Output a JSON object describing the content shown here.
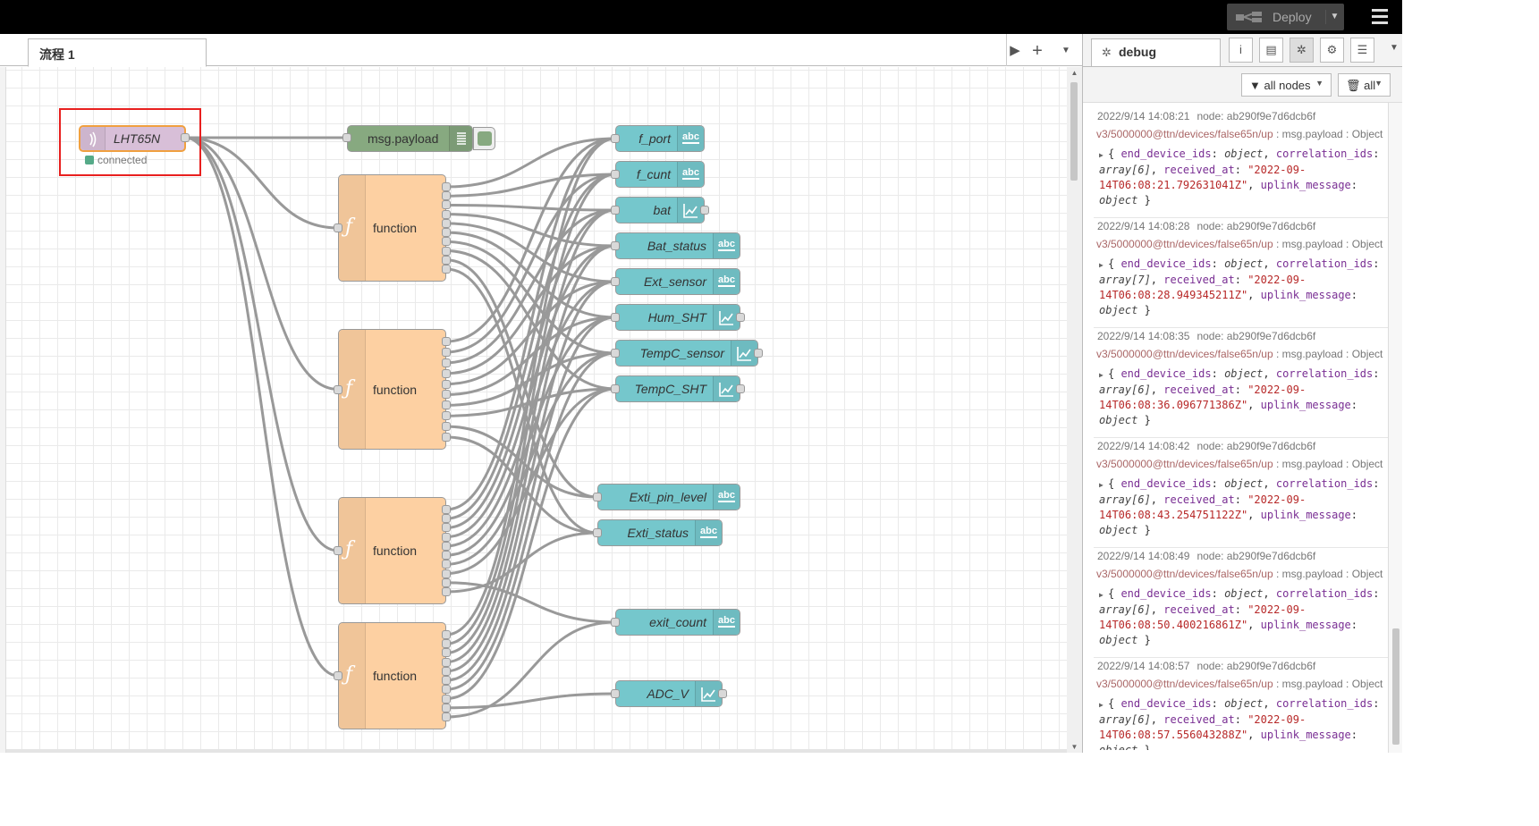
{
  "header": {
    "deploy_label": "Deploy"
  },
  "workspace": {
    "tab_label": "流程 1"
  },
  "nodes": {
    "mqtt": {
      "label": "LHT65N",
      "status": "connected",
      "status_color": "#5a8"
    },
    "debug": {
      "label": "msg.payload"
    },
    "functions": [
      {
        "label": "function"
      },
      {
        "label": "function"
      },
      {
        "label": "function"
      },
      {
        "label": "function"
      }
    ],
    "ui": [
      {
        "label": "f_port",
        "icon": "abc"
      },
      {
        "label": "f_cunt",
        "icon": "abc"
      },
      {
        "label": "bat",
        "icon": "chart"
      },
      {
        "label": "Bat_status",
        "icon": "abc"
      },
      {
        "label": "Ext_sensor",
        "icon": "abc"
      },
      {
        "label": "Hum_SHT",
        "icon": "chart"
      },
      {
        "label": "TempC_sensor",
        "icon": "chart"
      },
      {
        "label": "TempC_SHT",
        "icon": "chart"
      },
      {
        "label": "Exti_pin_level",
        "icon": "abc"
      },
      {
        "label": "Exti_status",
        "icon": "abc"
      },
      {
        "label": "exit_count",
        "icon": "abc"
      },
      {
        "label": "ADC_V",
        "icon": "chart"
      }
    ]
  },
  "sidebar": {
    "tab_label": "debug",
    "filter_nodes": "all nodes",
    "filter_clear": "all",
    "messages": [
      {
        "time": "2022/9/14 14:08:21",
        "node": "node: ab290f9e7d6dcb6f",
        "topic": "v3/5000000@ttn/devices/false65n/up",
        "type": ": msg.payload : Object",
        "array": "array[6]",
        "received": "\"2022-09-14T06:08:21.792631041Z\""
      },
      {
        "time": "2022/9/14 14:08:28",
        "node": "node: ab290f9e7d6dcb6f",
        "topic": "v3/5000000@ttn/devices/false65n/up",
        "type": ": msg.payload : Object",
        "array": "array[7]",
        "received": "\"2022-09-14T06:08:28.949345211Z\""
      },
      {
        "time": "2022/9/14 14:08:35",
        "node": "node: ab290f9e7d6dcb6f",
        "topic": "v3/5000000@ttn/devices/false65n/up",
        "type": ": msg.payload : Object",
        "array": "array[6]",
        "received": "\"2022-09-14T06:08:36.096771386Z\""
      },
      {
        "time": "2022/9/14 14:08:42",
        "node": "node: ab290f9e7d6dcb6f",
        "topic": "v3/5000000@ttn/devices/false65n/up",
        "type": ": msg.payload : Object",
        "array": "array[6]",
        "received": "\"2022-09-14T06:08:43.254751122Z\""
      },
      {
        "time": "2022/9/14 14:08:49",
        "node": "node: ab290f9e7d6dcb6f",
        "topic": "v3/5000000@ttn/devices/false65n/up",
        "type": ": msg.payload : Object",
        "array": "array[6]",
        "received": "\"2022-09-14T06:08:50.400216861Z\""
      },
      {
        "time": "2022/9/14 14:08:57",
        "node": "node: ab290f9e7d6dcb6f",
        "topic": "v3/5000000@ttn/devices/false65n/up",
        "type": ": msg.payload : Object",
        "array": "array[6]",
        "received": "\"2022-09-14T06:08:57.556043288Z\""
      }
    ],
    "obj_keys": {
      "k1": "end_device_ids",
      "v1": "object",
      "k2": "correlation_ids",
      "k3": "received_at",
      "k4": "uplink_message",
      "v4": "object"
    }
  },
  "colors": {
    "highlight": "#e8201f",
    "function_node": "#fdd0a2",
    "ui_node": "#75c7cc",
    "debug_node": "#87a980",
    "mqtt_node": "#d8bfd8"
  }
}
